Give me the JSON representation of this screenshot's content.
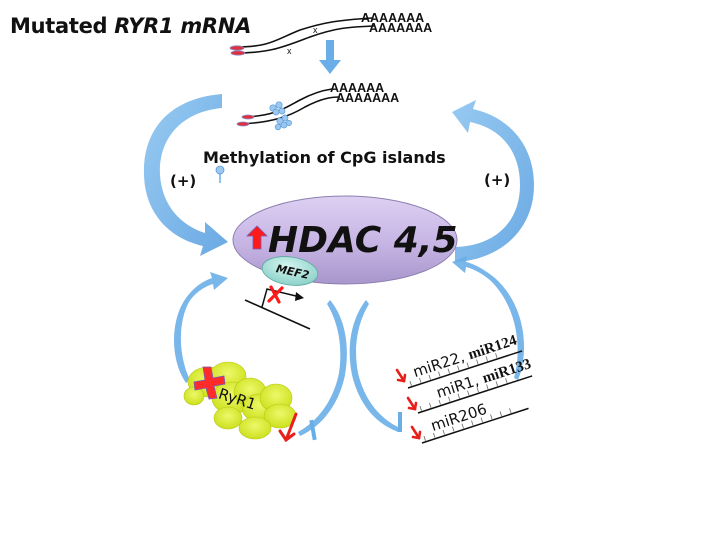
{
  "title": {
    "prefix": "Mutated ",
    "gene": "RYR1 mRNA"
  },
  "mrna": {
    "poly_a_top_1": "AAAAAAA",
    "poly_a_top_2": "AAAAAAA",
    "poly_a_bottom_1": "AAAAAA",
    "poly_a_bottom_2": "AAAAAAA",
    "mutation_mark": "x"
  },
  "methylation_label": "Methylation of CpG islands",
  "feedback_left_label": "(+)",
  "feedback_right_label": "(+)",
  "hdac_label": "HDAC 4,5",
  "mef2_label": "MEF2",
  "ryr1_label": "RyR1",
  "mirnas": [
    {
      "a": "miR22",
      "sep": ", ",
      "b": "miR124"
    },
    {
      "a": "miR1",
      "sep": ", ",
      "b": "miR133"
    },
    {
      "a": "miR206",
      "sep": "",
      "b": ""
    }
  ],
  "colors": {
    "arrow_blue": "#6aaee8",
    "hdac_fill": "#c9b8e6",
    "mef2_fill": "#a8ded8",
    "up_arrow_red": "#ff1a1a",
    "down_arrow_red": "#e8201c",
    "ryr1_yellow": "#d8ec1a",
    "cap_red": "#e0303c"
  }
}
